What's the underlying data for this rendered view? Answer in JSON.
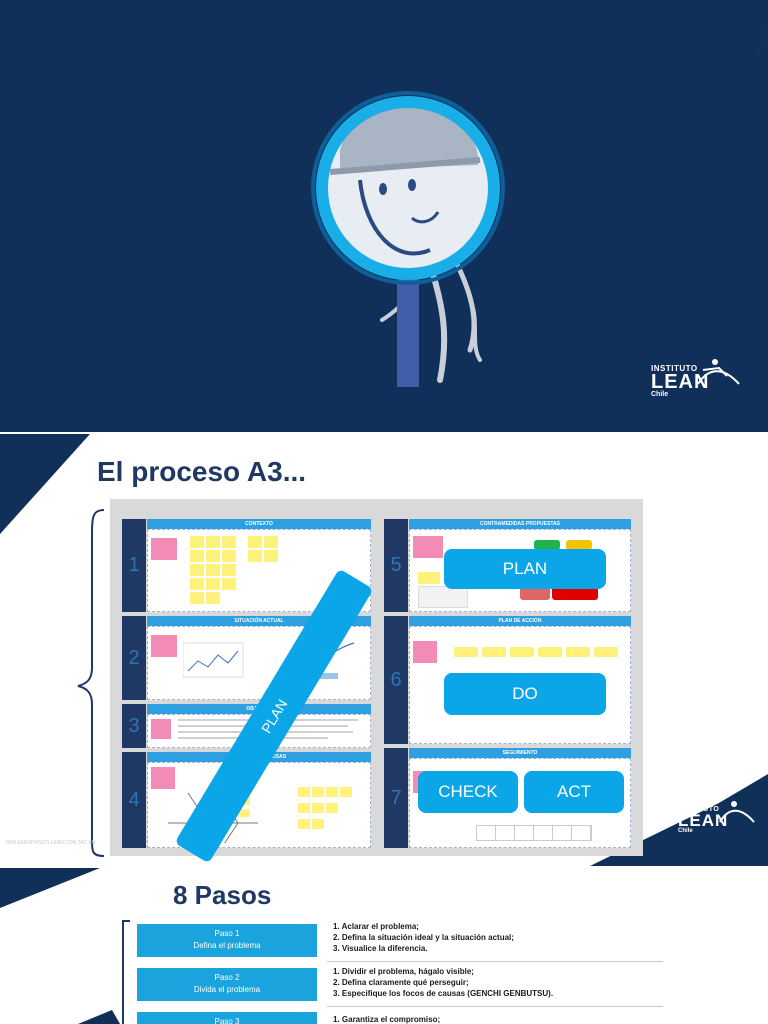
{
  "slide1": {
    "logo": {
      "line1": "INSTITUTO",
      "line2": "LEAN",
      "line3": "Chile"
    },
    "colors": {
      "navy": "#10305a",
      "light": "#f2f2f2",
      "cyan": "#1aaee8"
    }
  },
  "slide2": {
    "title": "El proceso A3...",
    "watermark": "IMPLEMENTANDO LEAN CON TAC EN",
    "blocks": [
      {
        "number": "1",
        "header": "CONTEXTO"
      },
      {
        "number": "2",
        "header": "SITUACIÓN ACTUAL"
      },
      {
        "number": "3",
        "header": "OBJETIVO"
      },
      {
        "number": "4",
        "header": "ANÁLISIS DE CAUSAS"
      },
      {
        "number": "5",
        "header": "CONTRAMEDIDAS PROPUESTAS"
      },
      {
        "number": "6",
        "header": "PLAN DE ACCIÓN"
      },
      {
        "number": "7",
        "header": "SEGUIMIENTO"
      }
    ],
    "pdca": {
      "band": "PLAN",
      "plan": "PLAN",
      "do": "DO",
      "check": "CHECK",
      "act": "ACT"
    },
    "logo": {
      "line1": "INSTITUTO",
      "line2": "LEAN",
      "line3": "Chile"
    }
  },
  "slide3": {
    "title": "8 Pasos",
    "steps": [
      {
        "name": "Paso 1",
        "label": "Defina el problema",
        "items": [
          "1.  Aclarar el problema;",
          "2.  Defina la situación ideal y la situación actual;",
          "3.  Visualice la diferencia."
        ]
      },
      {
        "name": "Paso 2",
        "label": "Divida el problema",
        "items": [
          "1.  Dividir el problema, hágalo visible;",
          "2.  Defina claramente qué perseguir;",
          "3.  Especifique los focos de causas (GENCHI GENBUTSU)."
        ]
      },
      {
        "name": "Paso 3",
        "label": "",
        "items": [
          "1.  Garantiza el compromiso;"
        ]
      }
    ]
  }
}
